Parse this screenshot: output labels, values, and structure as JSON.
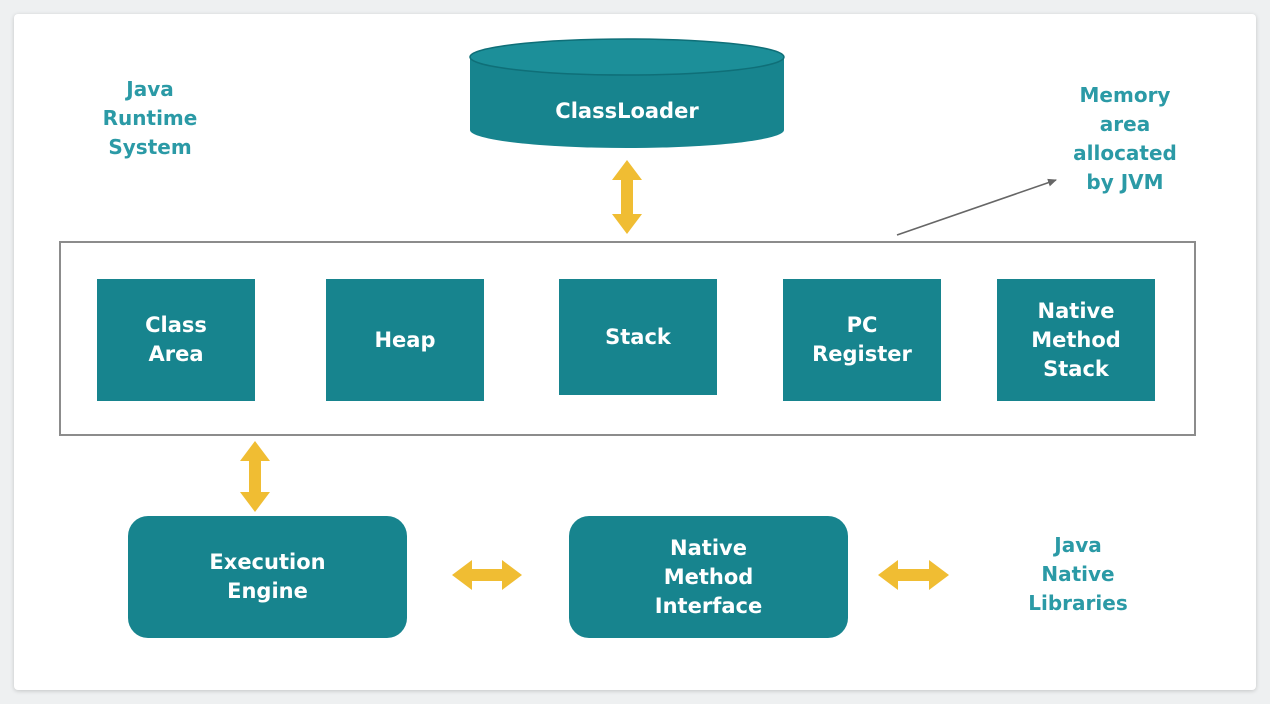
{
  "captions": {
    "runtime": "Java\nRuntime\nSystem",
    "memory": "Memory\narea\nallocated\nby JVM",
    "native_libraries": "Java\nNative\nLibraries"
  },
  "classloader": {
    "label": "ClassLoader"
  },
  "memory_areas": [
    {
      "label": "Class\nArea"
    },
    {
      "label": "Heap"
    },
    {
      "label": "Stack"
    },
    {
      "label": "PC\nRegister"
    },
    {
      "label": "Native\nMethod\nStack"
    }
  ],
  "execution_engine": {
    "label": "Execution\nEngine"
  },
  "native_interface": {
    "label": "Native\nMethod\nInterface"
  },
  "colors": {
    "block": "#17848e",
    "cylinder_top": "#1c8f99",
    "arrow": "#f0bd33",
    "pointer": "#666666",
    "frame": "#8c8c8c",
    "caption": "#2b9aa6"
  }
}
